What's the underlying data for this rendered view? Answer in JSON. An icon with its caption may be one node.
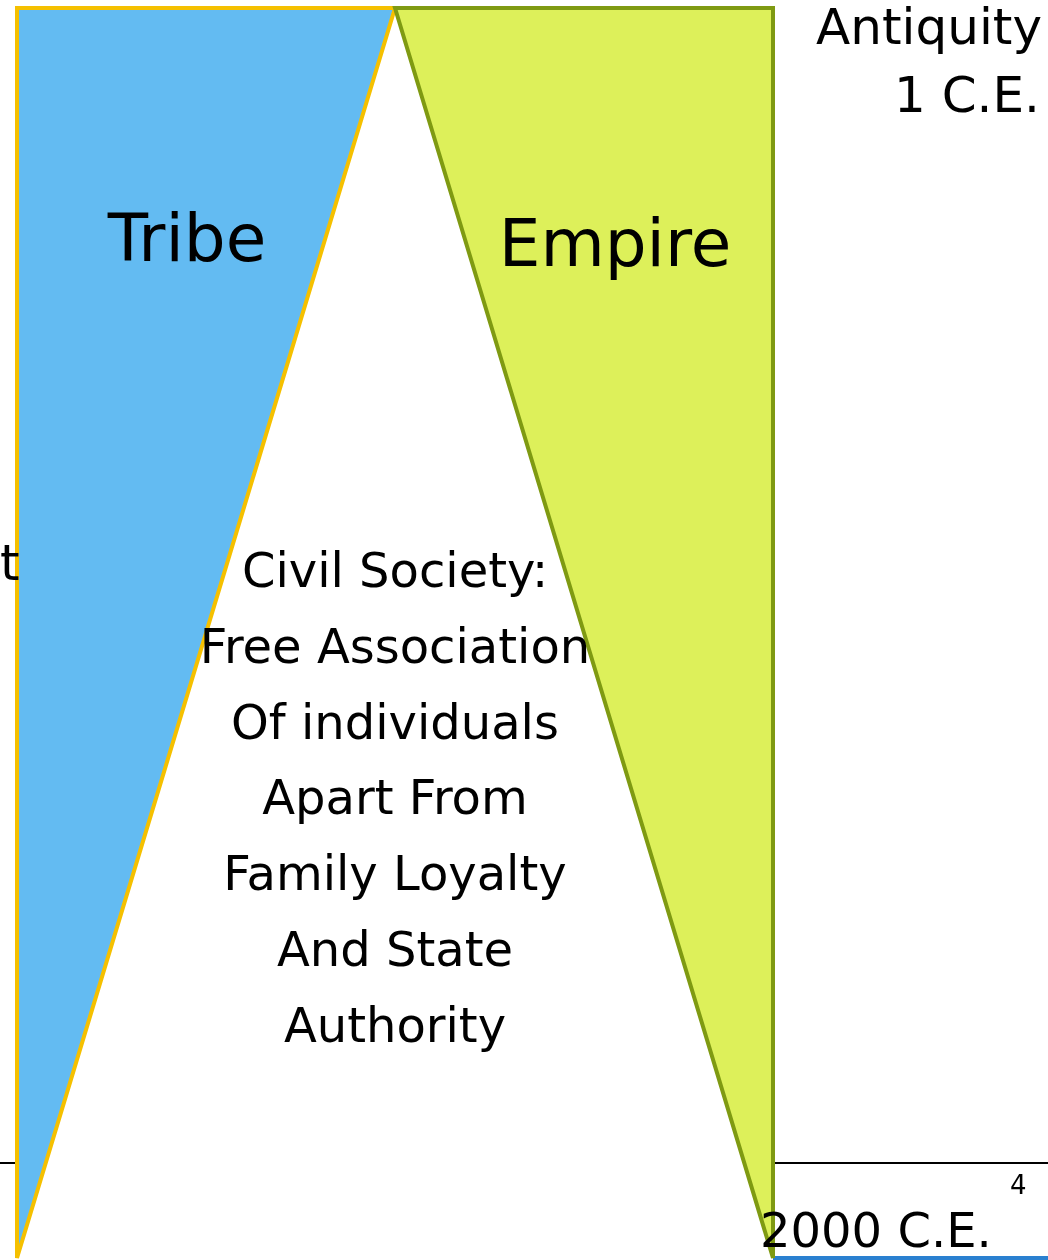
{
  "diagram": {
    "nodes": [
      {
        "text": [
          "Tribe"
        ]
      },
      {
        "text": [
          "Empire"
        ]
      },
      {
        "text": [
          "Civil Society: Free Association Of individuals Apart From Family Loyalty And State Authority"
        ]
      }
    ],
    "labels": [
      "Antiquity",
      "1 C.E.",
      "t",
      "2000 C.E.",
      "4"
    ]
  }
}
